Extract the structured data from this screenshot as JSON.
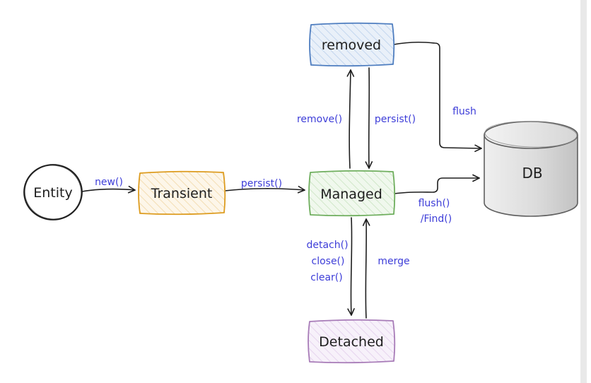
{
  "diagram": {
    "nodes": {
      "entity": {
        "label": "Entity"
      },
      "transient": {
        "label": "Transient"
      },
      "managed": {
        "label": "Managed"
      },
      "removed": {
        "label": "removed"
      },
      "detached": {
        "label": "Detached"
      },
      "db": {
        "label": "DB"
      }
    },
    "edges": {
      "entity_to_transient": {
        "label": "new()"
      },
      "transient_to_managed": {
        "label": "persist()"
      },
      "managed_to_removed": {
        "label": "remove()"
      },
      "removed_to_managed": {
        "label": "persist()"
      },
      "removed_to_db": {
        "label": "flush"
      },
      "managed_to_db": {
        "label_line1": "flush()",
        "label_line2": "/Find()"
      },
      "managed_to_detached": {
        "label_line1": "detach()",
        "label_line2": "close()",
        "label_line3": "clear()"
      },
      "detached_to_managed": {
        "label": "merge"
      }
    },
    "colors": {
      "edge_label": "#3d3dd8",
      "node_text": "#1e1e1e",
      "arrow": "#1e1e1e",
      "removed_stroke": "#4f7ec0",
      "removed_fill": "#e9f0f9",
      "removed_hatch": "#c3d6ee",
      "transient_stroke": "#dd9c20",
      "transient_fill": "#fdf6e9",
      "transient_hatch": "#f3ddb3",
      "managed_stroke": "#6fae5e",
      "managed_fill": "#f0f8ed",
      "managed_hatch": "#d0e7c9",
      "detached_stroke": "#a87cb8",
      "detached_fill": "#f7f1fa",
      "detached_hatch": "#e6d4ee",
      "db_stroke": "#5f5f5f",
      "db_fill_light": "#ededed",
      "db_fill_dark": "#c2c2c2",
      "page_edge": "#e9e9e9"
    }
  }
}
